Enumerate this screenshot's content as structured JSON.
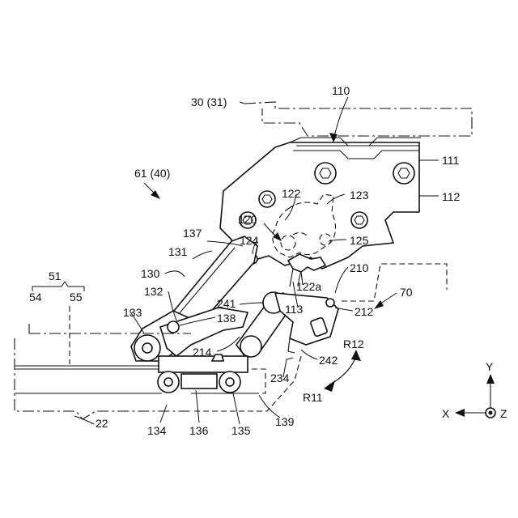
{
  "labels": {
    "l30_31": "30 (31)",
    "l110": "110",
    "l111": "111",
    "l112": "112",
    "l61_40": "61 (40)",
    "l122": "122",
    "l123": "123",
    "l120": "120",
    "l124": "124",
    "l125": "125",
    "l137": "137",
    "l131": "131",
    "l130": "130",
    "l132": "132",
    "l133": "133",
    "l138": "138",
    "l214": "214",
    "l241": "241",
    "l113": "113",
    "l122a": "122a",
    "l210": "210",
    "l212": "212",
    "l70": "70",
    "l242": "242",
    "l234": "234",
    "lR12": "R12",
    "lR11": "R11",
    "l51": "51",
    "l54": "54",
    "l55": "55",
    "l22": "22",
    "l134": "134",
    "l136": "136",
    "l135": "135",
    "l139": "139"
  },
  "axes": {
    "x": "X",
    "y": "Y",
    "z": "Z"
  }
}
